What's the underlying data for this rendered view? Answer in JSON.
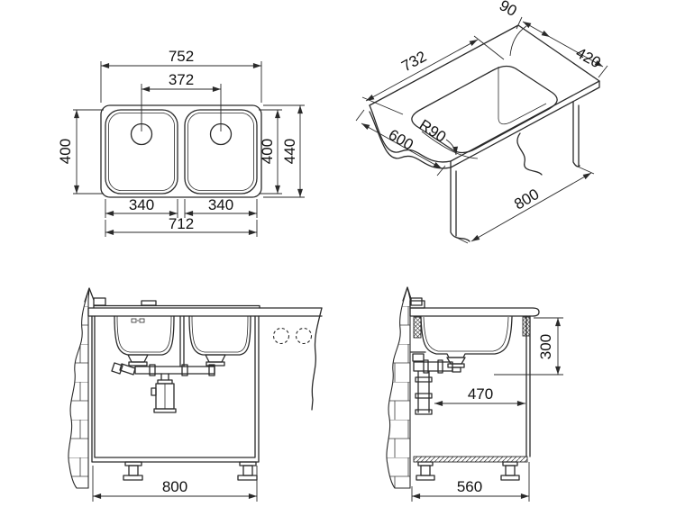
{
  "drawing": {
    "background": "#ffffff",
    "line_color": "#2a2a2a",
    "text_color": "#111111",
    "top_view": {
      "overall_width": "752",
      "tap_hole_spacing": "372",
      "left_bowl_depth": "400",
      "right_bowl_depth": "400",
      "overall_depth": "440",
      "left_bowl_width": "340",
      "right_bowl_width": "340",
      "bowls_overall_width": "712"
    },
    "isometric_view": {
      "rim_to_cutout": "90",
      "cutout_depth": "420",
      "cutout_length": "732",
      "corner_radius": "R90",
      "worktop_depth": "600",
      "cabinet_width": "800"
    },
    "front_view": {
      "cabinet_width": "800"
    },
    "side_view": {
      "bowl_depth": "300",
      "trap_clearance": "470",
      "cabinet_depth": "560"
    }
  }
}
